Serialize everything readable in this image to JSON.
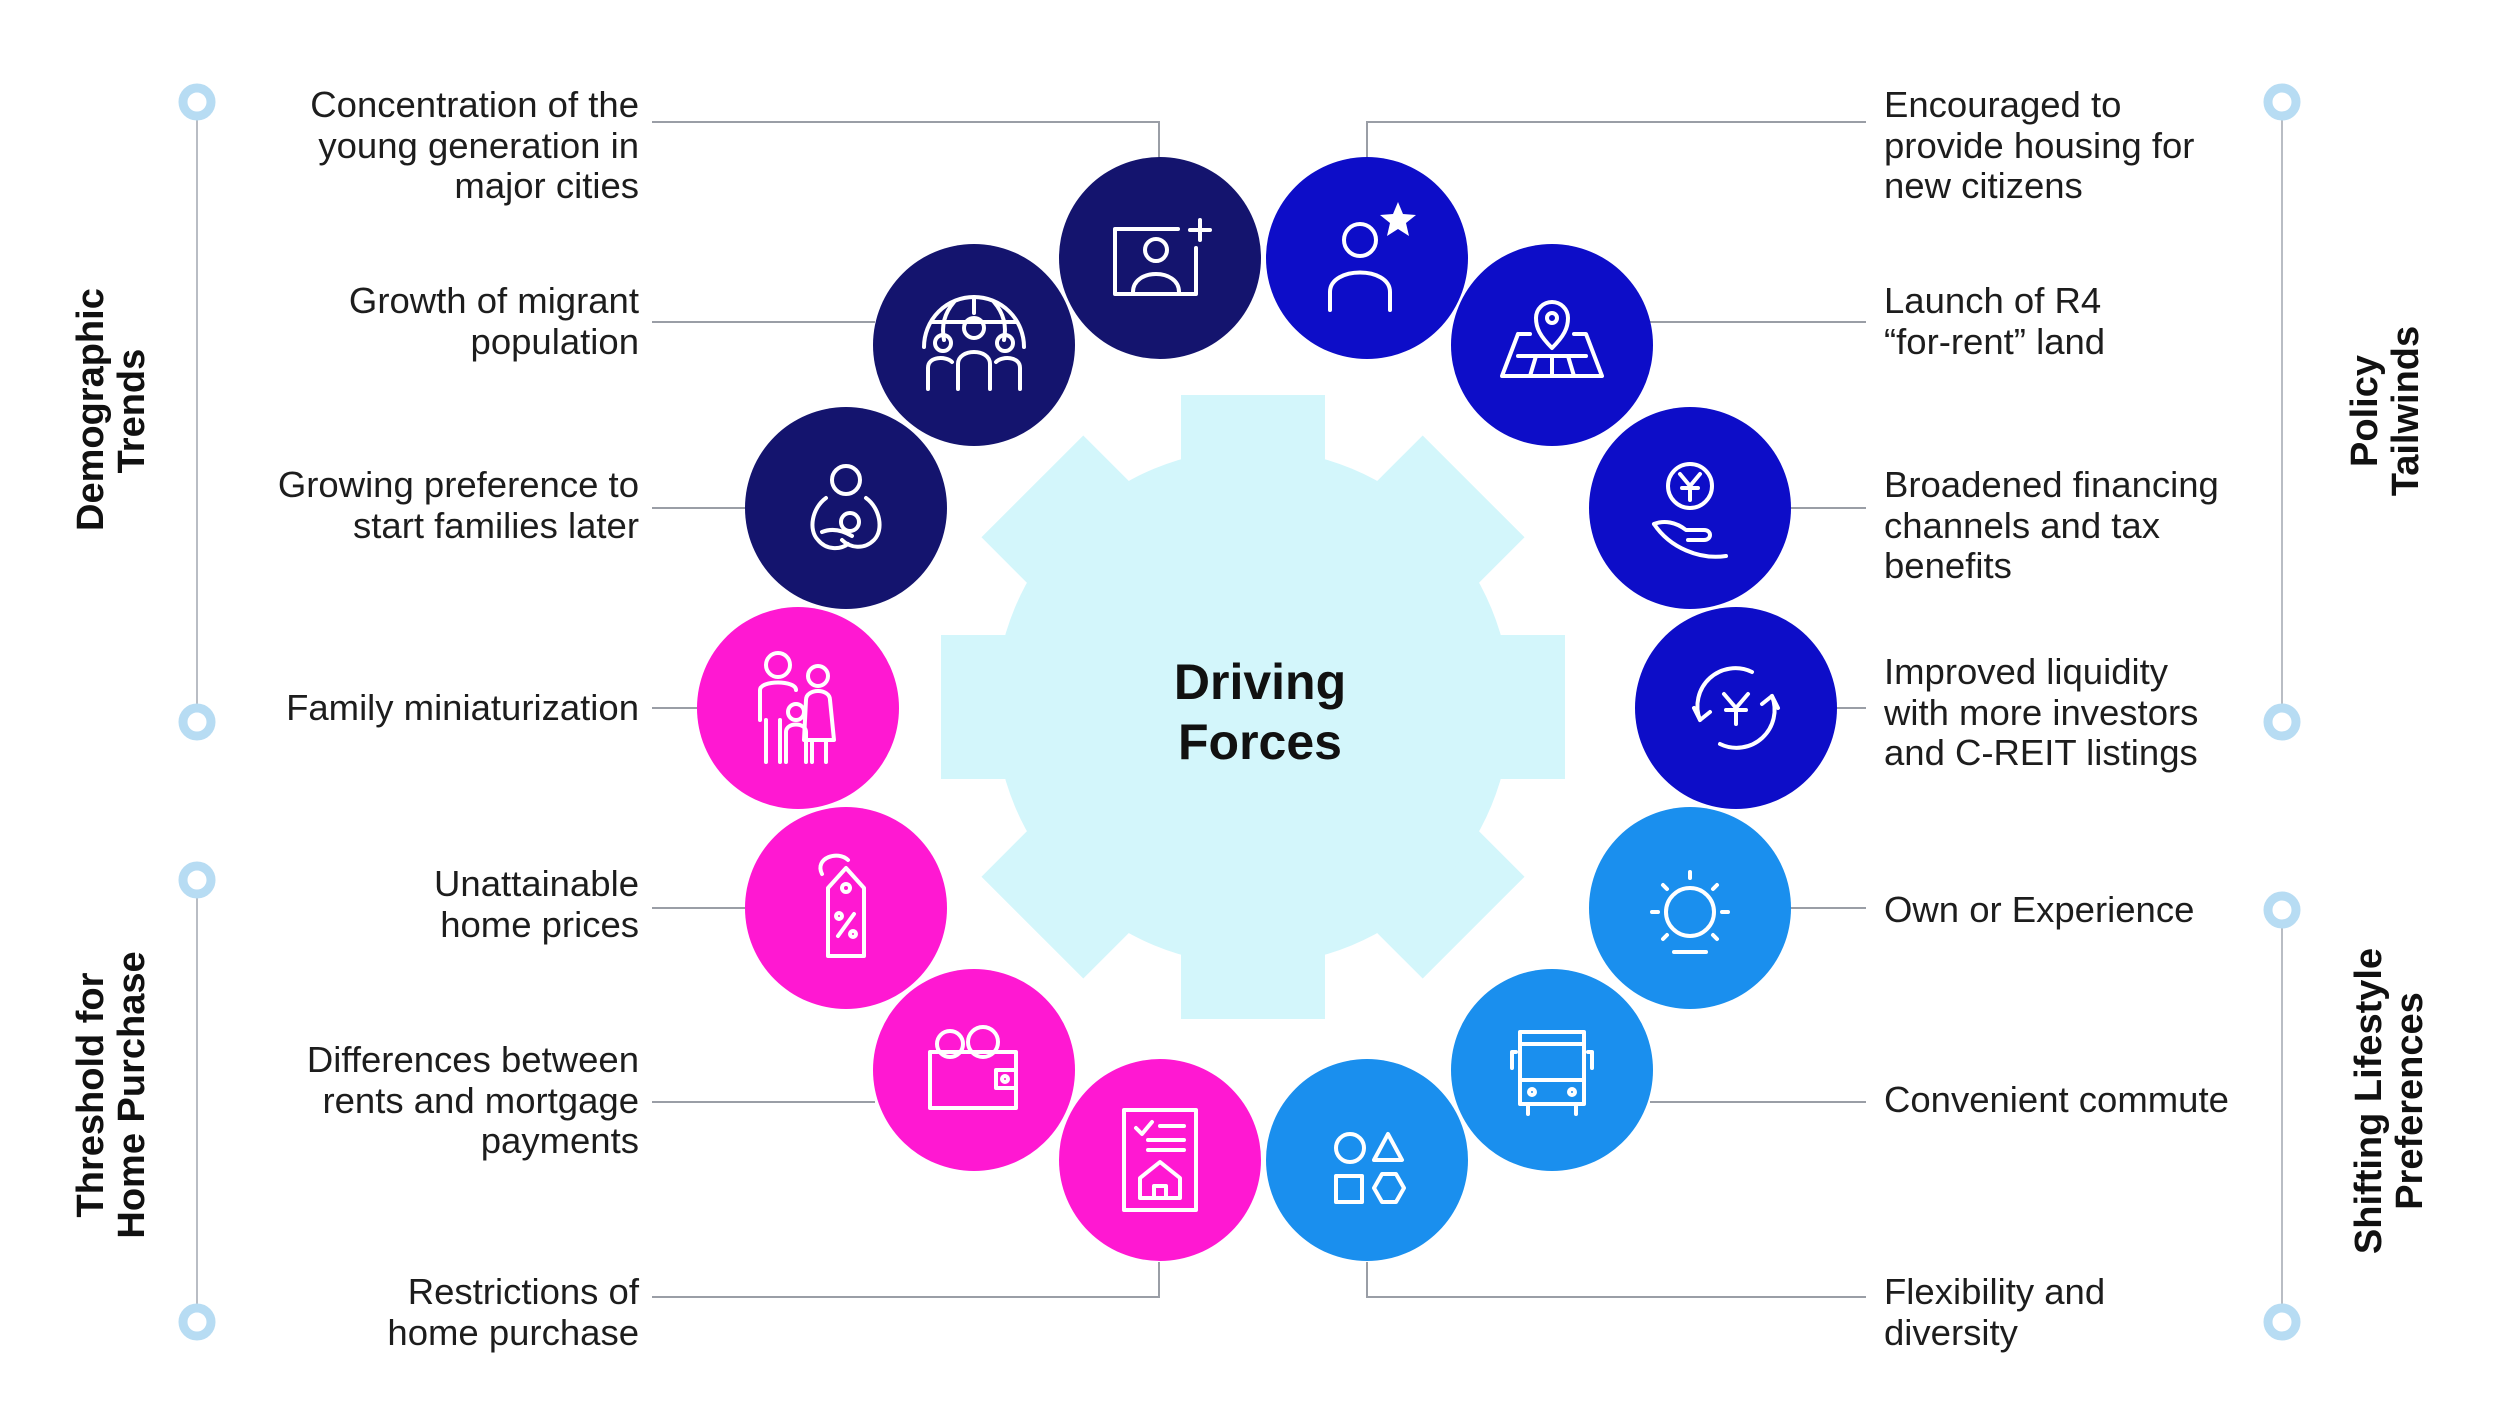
{
  "center": {
    "title": "Driving\nForces"
  },
  "colors": {
    "navy": "#14146e",
    "blue": "#0d0dc8",
    "sky": "#1a8fee",
    "magenta": "#ff18d2",
    "gear": "#d3f6fb",
    "bracket": "#b7dcf3"
  },
  "categories": {
    "demographic": "Demographic\nTrends",
    "threshold": "Threshold for\nHome Purchase",
    "policy": "Policy\nTailwinds",
    "lifestyle": "Shifting Lifestyle\nPreferences"
  },
  "items": [
    {
      "label": "Concentration of the\nyoung generation in\nmajor cities",
      "icon": "portrait-plus-icon",
      "color": "navy"
    },
    {
      "label": "Growth of migrant\npopulation",
      "icon": "globe-people-icon",
      "color": "navy"
    },
    {
      "label": "Growing preference to\nstart families later",
      "icon": "mother-baby-icon",
      "color": "navy"
    },
    {
      "label": "Family miniaturization",
      "icon": "family-icon",
      "color": "magenta"
    },
    {
      "label": "Unattainable\nhome prices",
      "icon": "price-tag-icon",
      "color": "magenta"
    },
    {
      "label": "Differences between\nrents and mortgage\npayments",
      "icon": "wallet-icon",
      "color": "magenta"
    },
    {
      "label": "Restrictions of\nhome purchase",
      "icon": "house-document-icon",
      "color": "magenta"
    },
    {
      "label": "Encouraged to\nprovide housing for\nnew citizens",
      "icon": "person-star-icon",
      "color": "blue"
    },
    {
      "label": "Launch of R4\n“for-rent” land",
      "icon": "map-pin-icon",
      "color": "blue"
    },
    {
      "label": "Broadened financing\nchannels and tax\nbenefits",
      "icon": "yuan-hand-icon",
      "color": "blue"
    },
    {
      "label": "Improved liquidity\nwith more investors\nand C-REIT listings",
      "icon": "yuan-cycle-icon",
      "color": "blue"
    },
    {
      "label": "Own or Experience",
      "icon": "sun-icon",
      "color": "sky"
    },
    {
      "label": "Convenient commute",
      "icon": "bus-icon",
      "color": "sky"
    },
    {
      "label": "Flexibility and\ndiversity",
      "icon": "shapes-icon",
      "color": "sky"
    }
  ]
}
